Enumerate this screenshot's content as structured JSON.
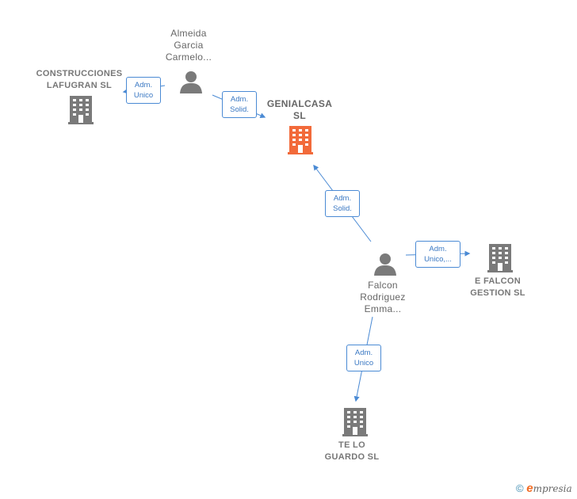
{
  "nodes": {
    "construcciones": {
      "label": "CONSTRUCCIONES\nLAFUGRAN SL"
    },
    "almeida": {
      "label": "Almeida\nGarcia\nCarmelo..."
    },
    "genialcasa": {
      "label": "GENIALCASA\nSL"
    },
    "falcon": {
      "label": "Falcon\nRodriguez\nEmma..."
    },
    "efalcon": {
      "label": "E FALCON\nGESTION  SL"
    },
    "telo": {
      "label": "TE LO\nGUARDO  SL"
    }
  },
  "relations": {
    "r1": {
      "label": "Adm.\nUnico"
    },
    "r2": {
      "label": "Adm.\nSolid."
    },
    "r3": {
      "label": "Adm.\nSolid."
    },
    "r4": {
      "label": "Adm.\nUnico,..."
    },
    "r5": {
      "label": "Adm.\nUnico"
    }
  },
  "colors": {
    "edge": "#4a8ad4",
    "company": "#7a7a7a",
    "main_company": "#f26a3a",
    "person": "#7a7a7a"
  },
  "footer": {
    "copyright": "©",
    "brand_initial": "e",
    "brand_rest": "mpresia"
  }
}
